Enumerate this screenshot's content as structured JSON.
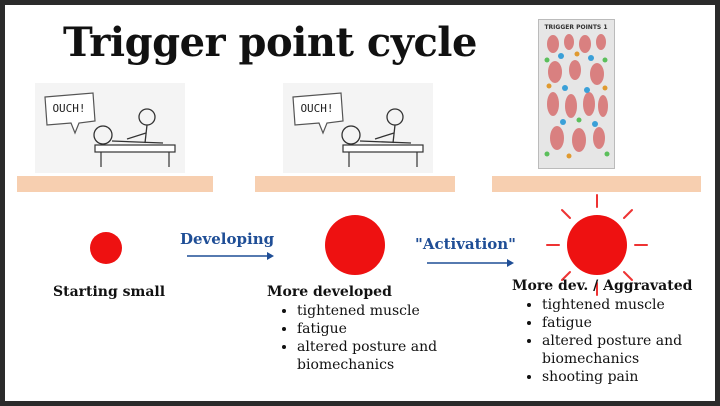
{
  "title": "Trigger point cycle",
  "sketches": [
    {
      "speech": "OUCH!"
    },
    {
      "speech": "OUCH!"
    }
  ],
  "poster": {
    "title": "TRIGGER POINTS 1"
  },
  "arrows": [
    {
      "label": "Developing"
    },
    {
      "label": "\"Activation\""
    }
  ],
  "stages": [
    {
      "label": "Starting small",
      "color": "#ee1111",
      "bullets": []
    },
    {
      "label": "More developed",
      "color": "#ee1111",
      "bullets": [
        "tightened muscle",
        "fatigue",
        "altered posture and biomechanics"
      ]
    },
    {
      "label": "More dev. / Aggravated",
      "color": "#ee1111",
      "bullets": [
        "tightened muscle",
        "fatigue",
        "altered posture and biomechanics",
        "shooting pain"
      ]
    }
  ],
  "colors": {
    "bar": "#f7cfb0",
    "arrow": "#1f4e96",
    "dot": "#ee1111"
  }
}
